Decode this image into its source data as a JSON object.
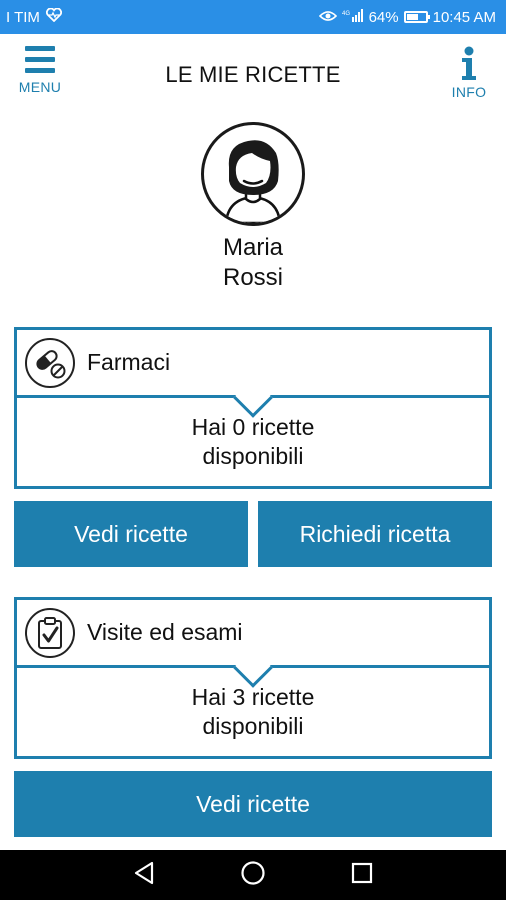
{
  "status_bar": {
    "carrier": "I TIM",
    "battery": "64%",
    "battery_level": 0.64,
    "time": "10:45 AM"
  },
  "header": {
    "menu_label": "MENU",
    "title": "LE MIE RICETTE",
    "info_label": "INFO",
    "info_glyph": "i"
  },
  "profile": {
    "first_name": "Maria",
    "last_name": "Rossi"
  },
  "cards": [
    {
      "title": "Farmaci",
      "icon": "pill-icon",
      "line1": "Hai 0 ricette",
      "line2": "disponibili",
      "buttons": [
        "Vedi ricette",
        "Richiedi ricetta"
      ]
    },
    {
      "title": "Visite ed esami",
      "icon": "clipboard-check-icon",
      "line1": "Hai 3 ricette",
      "line2": "disponibili",
      "buttons": [
        "Vedi ricette"
      ]
    }
  ],
  "colors": {
    "status_bar": "#2a8fe6",
    "accent": "#1e7fae",
    "nav_bar": "#000000"
  }
}
